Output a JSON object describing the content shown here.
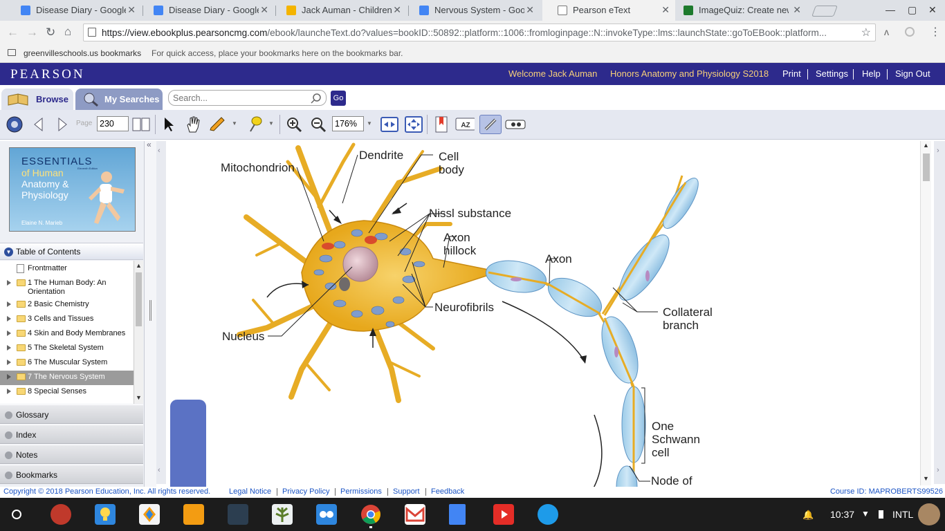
{
  "tabs": [
    {
      "label": "Disease Diary - Google D",
      "color": "#4285f4"
    },
    {
      "label": "Disease Diary - Google D",
      "color": "#4285f4"
    },
    {
      "label": "Jack Auman - Children's",
      "color": "#f4b400"
    },
    {
      "label": "Nervous System - Googl",
      "color": "#4285f4"
    },
    {
      "label": "Pearson eText",
      "color": "#ffffff"
    },
    {
      "label": "ImageQuiz: Create new d",
      "color": "#1d7a2d"
    }
  ],
  "address": {
    "host": "https://view.ebookplus.pearsoncmg.com",
    "path": "/ebook/launcheText.do?values=bookID::50892::platform::1006::fromloginpage::N::invokeType::lms::launchState::goToEBook::platform..."
  },
  "bookmarks": {
    "folder": "greenvilleschools.us bookmarks",
    "hint": "For quick access, place your bookmarks here on the bookmarks bar."
  },
  "header": {
    "logo": "PEARSON",
    "welcome": "Welcome Jack Auman",
    "course": "Honors Anatomy and Physiology S2018",
    "print": "Print",
    "settings": "Settings",
    "help": "Help",
    "signout": "Sign Out"
  },
  "nav": {
    "browse": "Browse",
    "my_searches": "My Searches",
    "search_placeholder": "Search...",
    "go": "Go"
  },
  "toolbar": {
    "page_label": "Page",
    "page_value": "230",
    "zoom_value": "176%"
  },
  "book": {
    "line1": "ESSENTIALS",
    "line2": "of Human",
    "line3": "Anatomy &",
    "line4": "Physiology",
    "edition": "Eleventh Edition",
    "author": "Elaine N. Marieb"
  },
  "toc": {
    "title": "Table of Contents",
    "items": [
      {
        "label": "Frontmatter"
      },
      {
        "label": "1 The Human Body: An"
      },
      {
        "label": "Orientation"
      },
      {
        "label": "2 Basic Chemistry"
      },
      {
        "label": "3 Cells and Tissues"
      },
      {
        "label": "4 Skin and Body Membranes"
      },
      {
        "label": "5 The Skeletal System"
      },
      {
        "label": "6 The Muscular System"
      },
      {
        "label": "7 The Nervous System"
      },
      {
        "label": "8 Special Senses"
      }
    ]
  },
  "panels": {
    "glossary": "Glossary",
    "index": "Index",
    "notes": "Notes",
    "bookmarks": "Bookmarks"
  },
  "figure": {
    "dendrite": "Dendrite",
    "cell_body_1": "Cell",
    "cell_body_2": "body",
    "mitochondrion": "Mitochondrion",
    "nissl": "Nissl substance",
    "axon_hillock_1": "Axon",
    "axon_hillock_2": "hillock",
    "axon": "Axon",
    "neurofibrils": "Neurofibrils",
    "collateral_1": "Collateral",
    "collateral_2": "branch",
    "nucleus": "Nucleus",
    "schwann_1": "One",
    "schwann_2": "Schwann",
    "schwann_3": "cell",
    "node": "Node of"
  },
  "footer": {
    "copyright": "Copyright © 2018 Pearson Education, Inc. All rights reserved.",
    "legal": "Legal Notice",
    "privacy": "Privacy Policy",
    "permissions": "Permissions",
    "support": "Support",
    "feedback": "Feedback",
    "course_id": "Course ID: MAPROBERTS99526"
  },
  "taskbar": {
    "time": "10:37",
    "lang": "INTL"
  }
}
